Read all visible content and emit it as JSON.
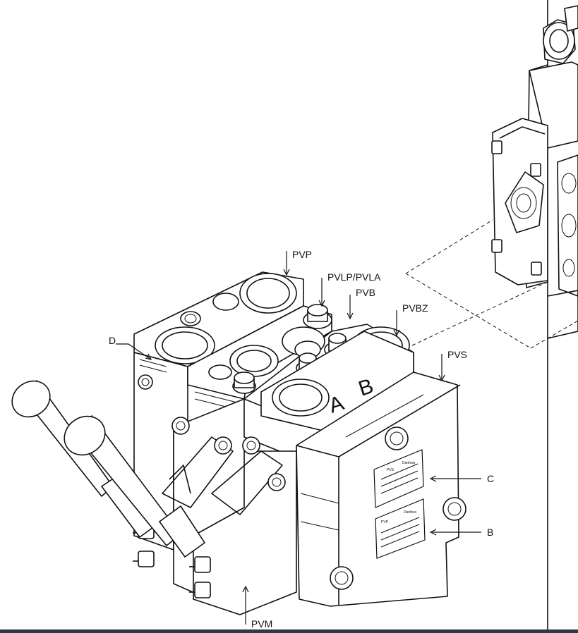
{
  "labels": {
    "pvp": "PVP",
    "pvlp_pvla": "PVLP/PVLA",
    "pvb": "PVB",
    "pvbz": "PVBZ",
    "pvs": "PVS",
    "d": "D",
    "c": "C",
    "b": "B",
    "pvm": "PVM"
  },
  "port_letters": {
    "a": "A",
    "b": "B"
  },
  "nameplates": {
    "upper_code": "PVS",
    "lower_code": "PVP",
    "brand": "Danfoss"
  },
  "colors": {
    "line": "#111111",
    "background": "#ffffff",
    "bottom_bar": "#2b3a44"
  }
}
